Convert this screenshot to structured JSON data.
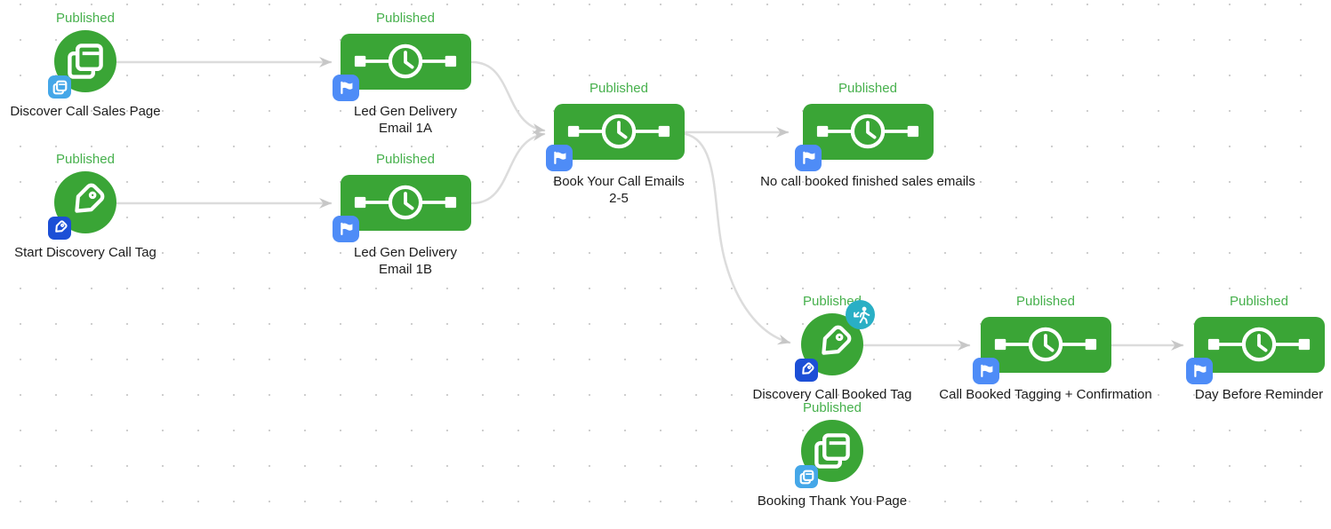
{
  "app": {
    "view": "campaign-workflow-canvas"
  },
  "colors": {
    "node_green": "#3aa536",
    "published_text_green": "#46b04c",
    "label_text": "#1c1c1c",
    "connector_gray": "#dcdcdc",
    "arrowhead_gray": "#c7c7c7",
    "page_badge_blue": "#45a7e8",
    "tag_badge_blue": "#1c4fd6",
    "flag_badge_blue": "#4e8cf7",
    "goal_teal": "#29afc5",
    "grid_dot": "#cfcfcf"
  },
  "icons": {
    "pages": "pages-icon",
    "timer": "timer-sequence-icon",
    "tag": "tag-icon",
    "flag": "flag-icon",
    "goal": "walking-person-goal-icon"
  },
  "nodes": [
    {
      "status": "Published",
      "label": "Discover Call Sales Page",
      "type": "landing-page",
      "shape": "circle",
      "icon": "pages-icon",
      "badge_icon": "page-badge-icon"
    },
    {
      "status": "Published",
      "label": "Led Gen Delivery Email 1A",
      "type": "email-sequence",
      "shape": "rect",
      "icon": "timer-sequence-icon",
      "badge_icon": "flag-badge-icon"
    },
    {
      "status": "Published",
      "label": "Start Discovery Call Tag",
      "type": "tag-trigger",
      "shape": "circle",
      "icon": "tag-icon",
      "badge_icon": "tag-badge-icon"
    },
    {
      "status": "Published",
      "label": "Led Gen Delivery Email 1B",
      "type": "email-sequence",
      "shape": "rect",
      "icon": "timer-sequence-icon",
      "badge_icon": "flag-badge-icon"
    },
    {
      "status": "Published",
      "label": "Book Your Call Emails 2-5",
      "type": "email-sequence",
      "shape": "rect",
      "icon": "timer-sequence-icon",
      "badge_icon": "flag-badge-icon"
    },
    {
      "status": "Published",
      "label": "No call booked finished sales emails",
      "type": "email-sequence",
      "shape": "rect",
      "icon": "timer-sequence-icon",
      "badge_icon": "flag-badge-icon"
    },
    {
      "status": "Published",
      "label": "Discovery Call Booked Tag",
      "type": "tag-trigger-goal",
      "shape": "circle",
      "icon": "tag-icon",
      "badge_icon": "tag-badge-icon",
      "goal_badge": "walking-person-goal-icon"
    },
    {
      "status": "Published",
      "label": "Call Booked Tagging + Confirmation",
      "type": "email-sequence",
      "shape": "rect",
      "icon": "timer-sequence-icon",
      "badge_icon": "flag-badge-icon"
    },
    {
      "status": "Published",
      "label": "Day Before Reminder",
      "type": "email-sequence",
      "shape": "rect",
      "icon": "timer-sequence-icon",
      "badge_icon": "flag-badge-icon"
    },
    {
      "status": "Published",
      "label": "Booking Thank You Page",
      "type": "landing-page",
      "shape": "circle",
      "icon": "pages-icon",
      "badge_icon": "page-badge-icon"
    }
  ]
}
